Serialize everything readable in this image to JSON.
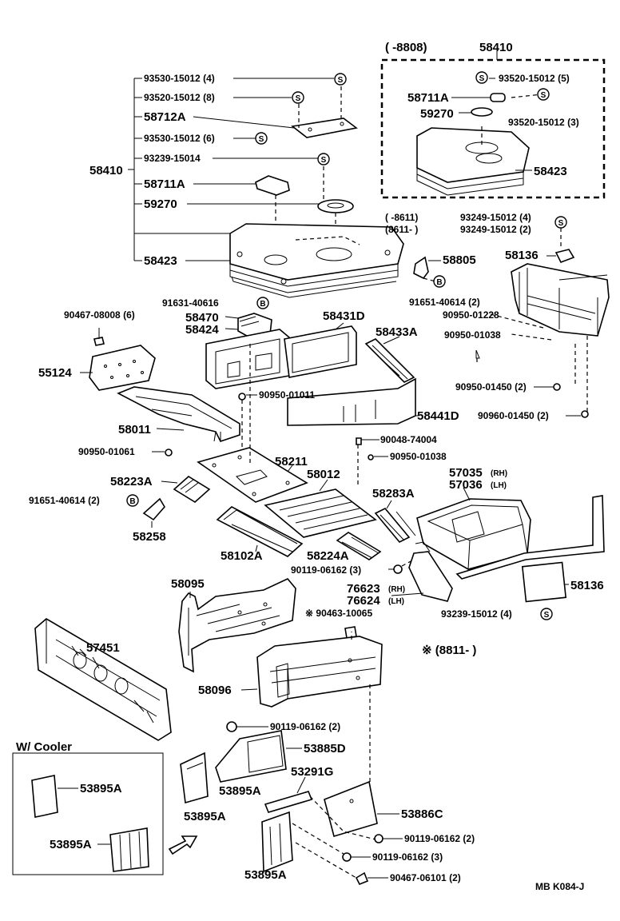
{
  "labels": {
    "l_range1": "(      -8808)",
    "l_58410_inset": "58410",
    "l_93520_5": "93520-15012 (5)",
    "l_58711A_inset": "58711A",
    "l_59270_inset": "59270",
    "l_93520_3": "93520-15012 (3)",
    "l_58423_inset": "58423",
    "l_93530_4": "93530-15012 (4)",
    "l_93520_8": "93520-15012 (8)",
    "l_58712A": "58712A",
    "l_93530_6": "93530-15012 (6)",
    "l_93239_14": "93239-15014",
    "l_58410": "58410",
    "l_58711A": "58711A",
    "l_59270": "59270",
    "l_58423": "58423",
    "l_range_8611a": "(          -8611)",
    "l_93249_4": "93249-15012 (4)",
    "l_range_8611b": "(8611-          )",
    "l_93249_2": "93249-15012 (2)",
    "l_58805": "58805",
    "l_58136_top": "58136",
    "l_91651_2a": "91651-40614 (2)",
    "l_90950_1228": "90950-01228",
    "l_90950_1038a": "90950-01038",
    "l_90950_1450a": "90950-01450 (2)",
    "l_90960_1450b": "90960-01450 (2)",
    "l_91631": "91631-40616",
    "l_90467_6": "90467-08008 (6)",
    "l_58470": "58470",
    "l_58424": "58424",
    "l_58431D": "58431D",
    "l_58433A": "58433A",
    "l_55124": "55124",
    "l_90950_1011": "90950-01011",
    "l_58441D": "58441D",
    "l_58011": "58011",
    "l_90048": "90048-74004",
    "l_90950_1061": "90950-01061",
    "l_90950_1038b": "90950-01038",
    "l_58211": "58211",
    "l_58012": "58012",
    "l_57035": "57035",
    "l_rh1": "(RH)",
    "l_57036": "57036",
    "l_lh1": "(LH)",
    "l_58223A": "58223A",
    "l_58283A": "58283A",
    "l_91651_2b": "91651-40614 (2)",
    "l_58258": "58258",
    "l_58102A": "58102A",
    "l_58224A": "58224A",
    "l_90119_3a": "90119-06162 (3)",
    "l_58095": "58095",
    "l_76623": "76623",
    "l_rh2": "(RH)",
    "l_76624": "76624",
    "l_lh2": "(LH)",
    "l_58136_bot": "58136",
    "l_90463": "※ 90463-10065",
    "l_93239_4": "93239-15012 (4)",
    "l_57451": "57451",
    "l_8811": "※ (8811-          )",
    "l_58096": "58096",
    "l_90119_2a": "90119-06162 (2)",
    "l_wcooler": "W/ Cooler",
    "l_53885D": "53885D",
    "l_53291G": "53291G",
    "l_53895A_c1": "53895A",
    "l_53895A_c2": "53895A",
    "l_53895A_m": "53895A",
    "l_53895A_l": "53895A",
    "l_53886C": "53886C",
    "l_90119_2b": "90119-06162 (2)",
    "l_90119_3b": "90119-06162 (3)",
    "l_53895A_b": "53895A",
    "l_90467_2": "90467-06101 (2)",
    "l_code": "MB  K084-J"
  },
  "markers": {
    "s": "S",
    "b": "B"
  }
}
